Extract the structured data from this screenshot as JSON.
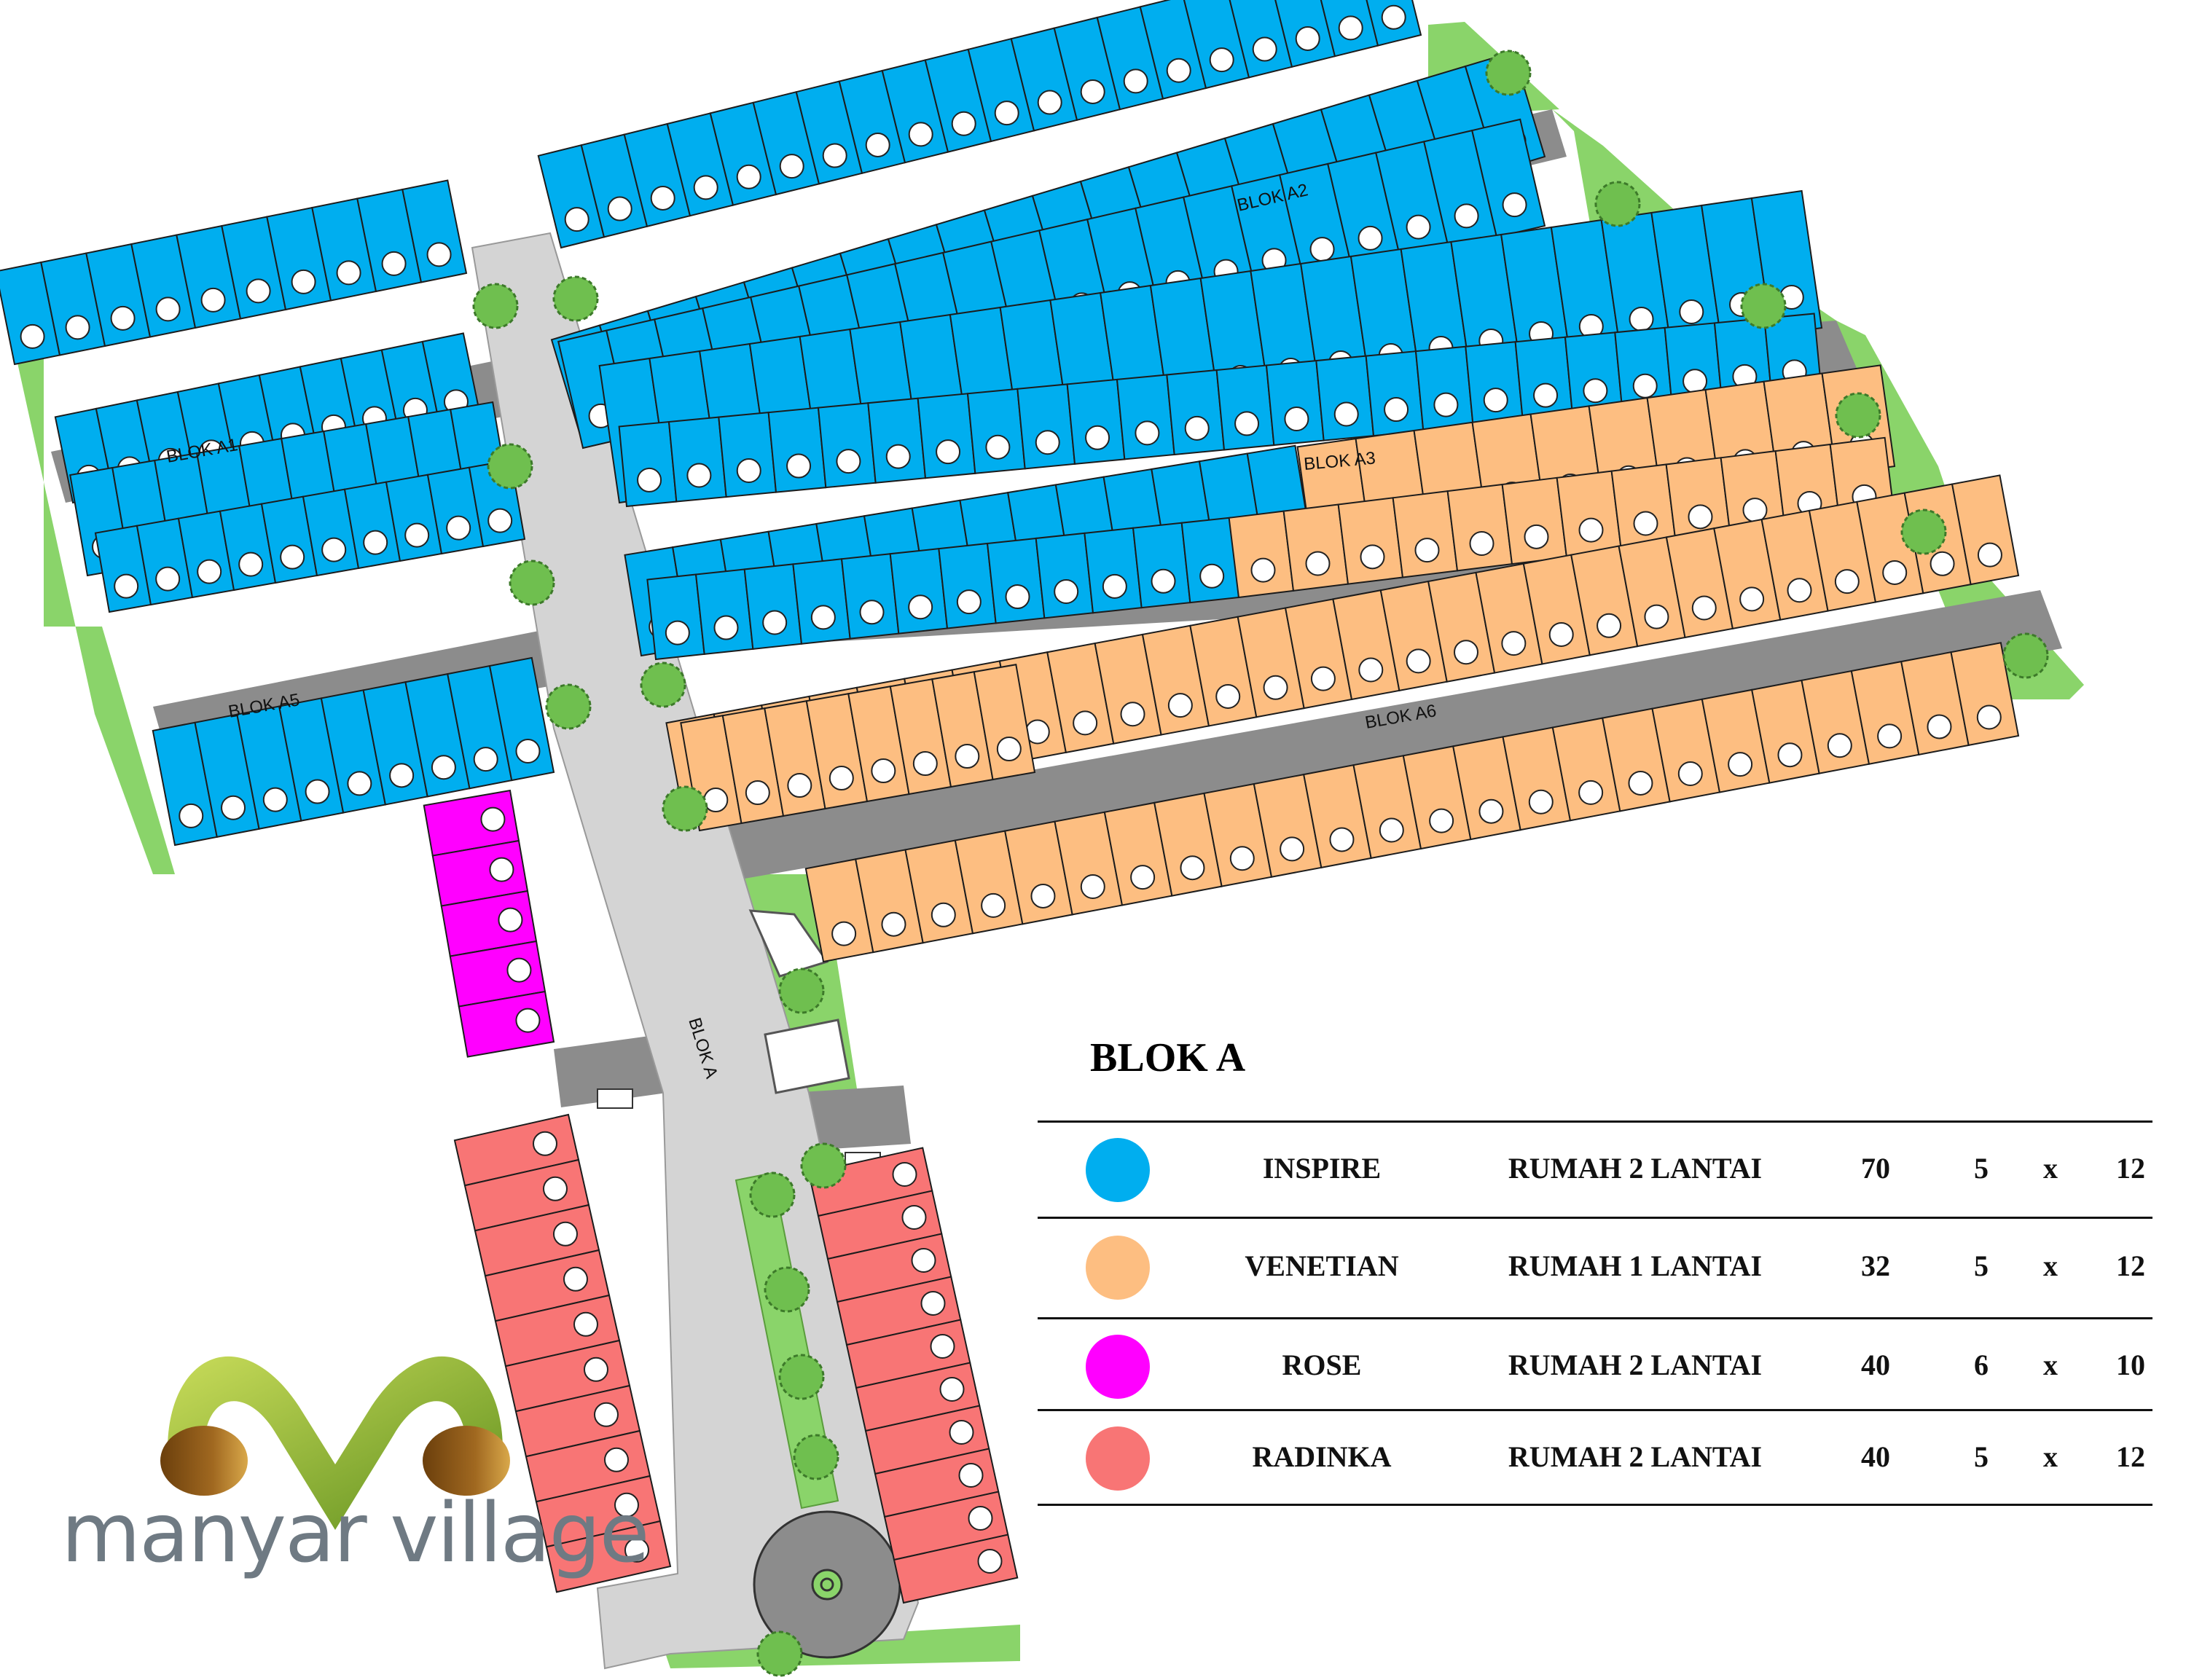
{
  "map": {
    "street_labels": [
      "BLOK A1",
      "BLOK A2",
      "BLOK A3",
      "BLOK A5",
      "BLOK A6",
      "BLOK A"
    ]
  },
  "legend": {
    "title": "BLOK A",
    "rows": [
      {
        "name": "INSPIRE",
        "type": "RUMAH 2 LANTAI",
        "count": "70",
        "width": "5",
        "sep": "x",
        "depth": "12",
        "color": "#00aeef"
      },
      {
        "name": "VENETIAN",
        "type": "RUMAH 1 LANTAI",
        "count": "32",
        "width": "5",
        "sep": "x",
        "depth": "12",
        "color": "#fdbe81"
      },
      {
        "name": "ROSE",
        "type": "RUMAH 2 LANTAI",
        "count": "40",
        "width": "6",
        "sep": "x",
        "depth": "10",
        "color": "#ff00ff"
      },
      {
        "name": "RADINKA",
        "type": "RUMAH 2 LANTAI",
        "count": "40",
        "width": "5",
        "sep": "x",
        "depth": "12",
        "color": "#f87575"
      }
    ]
  },
  "logo": {
    "brand": "manyar village",
    "colors": {
      "green": "#9bbf2c",
      "brown": "#8b5a16",
      "text": "#6f7a83"
    }
  },
  "colors": {
    "inspire": "#00aeef",
    "venetian": "#fdbe81",
    "rose": "#ff00ff",
    "radinka": "#f87575",
    "road_dark": "#8c8c8c",
    "road_main": "#d4d4d4",
    "green_space": "#8ad46a"
  }
}
